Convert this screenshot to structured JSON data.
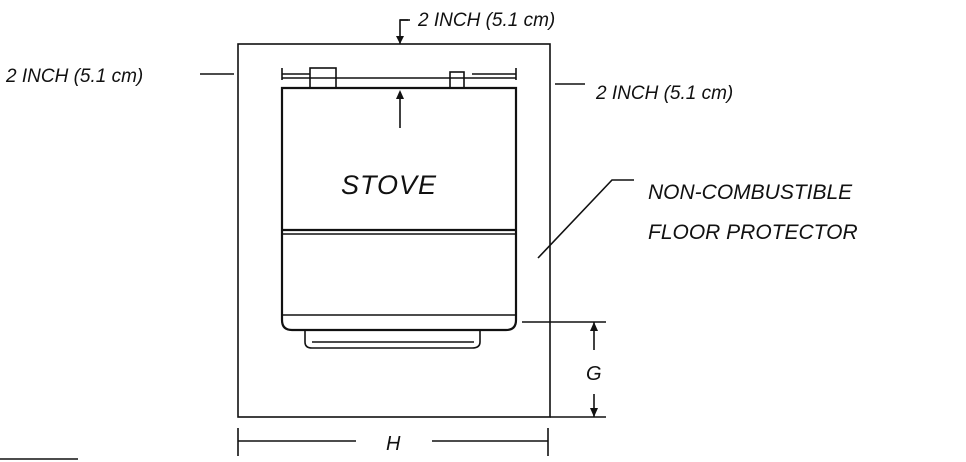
{
  "labels": {
    "clearance_top": "2 INCH (5.1 cm)",
    "clearance_left": "2 INCH (5.1 cm)",
    "clearance_right": "2 INCH (5.1 cm)",
    "stove": "STOVE",
    "protector_line1": "NON-COMBUSTIBLE",
    "protector_line2": "FLOOR PROTECTOR",
    "dim_g": "G",
    "dim_h": "H"
  }
}
